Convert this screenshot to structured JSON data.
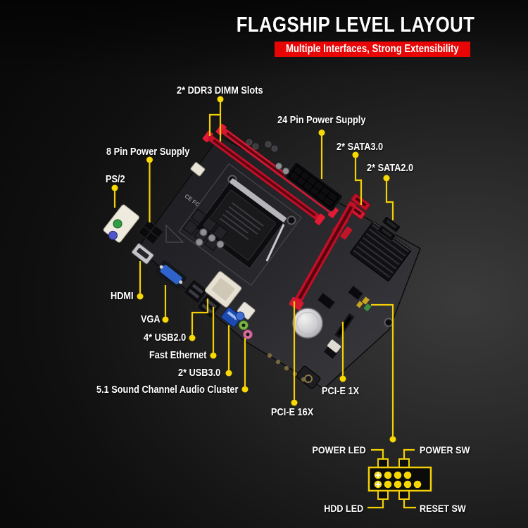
{
  "header": {
    "title": "FLAGSHIP LEVEL LAYOUT",
    "subtitle": "Multiple Interfaces, Strong Extensibility"
  },
  "callouts": [
    {
      "id": "ddr3",
      "label": "2* DDR3 DIMM Slots"
    },
    {
      "id": "atx24",
      "label": "24 Pin Power Supply"
    },
    {
      "id": "eps8",
      "label": "8 Pin Power Supply"
    },
    {
      "id": "ps2",
      "label": "PS/2"
    },
    {
      "id": "sata3",
      "label": "2* SATA3.0"
    },
    {
      "id": "sata2",
      "label": "2* SATA2.0"
    },
    {
      "id": "hdmi",
      "label": "HDMI"
    },
    {
      "id": "vga",
      "label": "VGA"
    },
    {
      "id": "usb2",
      "label": "4* USB2.0"
    },
    {
      "id": "ethernet",
      "label": "Fast Ethernet"
    },
    {
      "id": "usb3",
      "label": "2* USB3.0"
    },
    {
      "id": "audio",
      "label": "5.1 Sound Channel Audio Cluster"
    },
    {
      "id": "pcie16",
      "label": "PCI-E 16X"
    },
    {
      "id": "pcie1",
      "label": "PCI-E 1X"
    }
  ],
  "front_panel": {
    "power_led": "POWER LED",
    "power_sw": "POWER SW",
    "hdd_led": "HDD LED",
    "reset_sw": "RESET SW",
    "pin_rows": [
      4,
      5
    ],
    "plus_marked_pins": 2
  },
  "colors": {
    "accent_red": "#e80505",
    "callout_yellow": "#f2d004",
    "slot_red": "#c8122b",
    "pcb_dark": "#26262b",
    "text_white": "#ffffff"
  }
}
